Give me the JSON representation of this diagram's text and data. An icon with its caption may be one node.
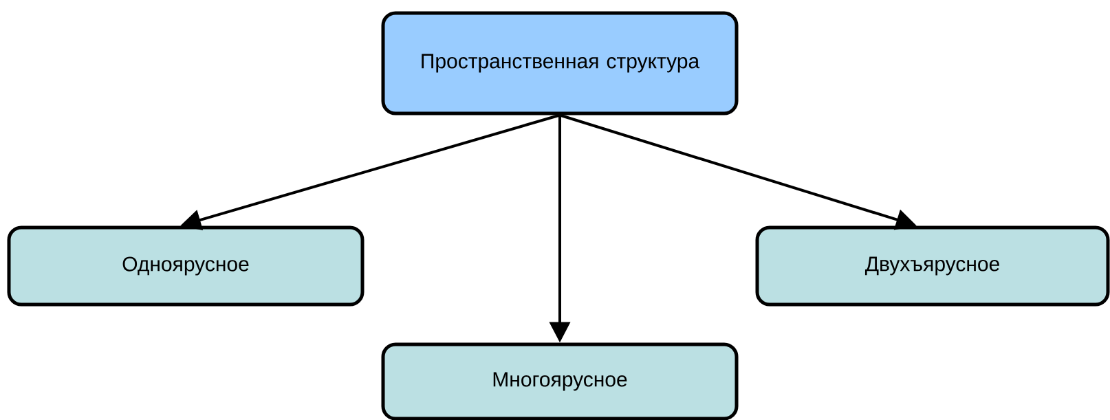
{
  "diagram": {
    "nodes": [
      {
        "text": [
          "Пространственная структура"
        ]
      },
      {
        "text": [
          "Одноярусное"
        ]
      },
      {
        "text": [
          "Многоярусное"
        ]
      },
      {
        "text": [
          "Двухъярусное"
        ]
      }
    ],
    "edges": [
      {
        "from": 0,
        "to": 1,
        "arrow": "to"
      },
      {
        "from": 0,
        "to": 2,
        "arrow": "to"
      },
      {
        "from": 0,
        "to": 3,
        "arrow": "to"
      }
    ]
  }
}
